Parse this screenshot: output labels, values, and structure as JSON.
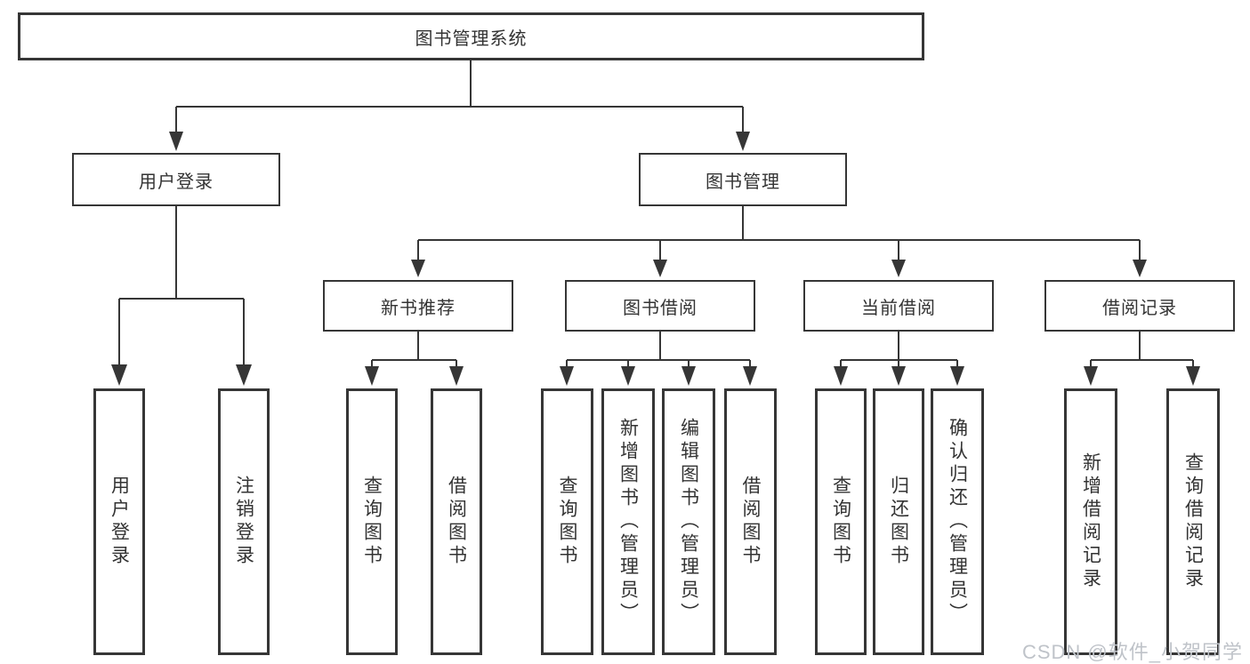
{
  "tree": {
    "root": {
      "label": "图书管理系统"
    },
    "branches": [
      {
        "label": "用户登录",
        "leaves": [
          "用户登录",
          "注销登录"
        ]
      },
      {
        "label": "图书管理",
        "groups": [
          {
            "label": "新书推荐",
            "leaves": [
              "查询图书",
              "借阅图书"
            ]
          },
          {
            "label": "图书借阅",
            "leaves": [
              "查询图书",
              "新增图书（管理员）",
              "编辑图书（管理员）",
              "借阅图书"
            ]
          },
          {
            "label": "当前借阅",
            "leaves": [
              "查询图书",
              "归还图书",
              "确认归还（管理员）"
            ]
          },
          {
            "label": "借阅记录",
            "leaves": [
              "新增借阅记录",
              "查询借阅记录"
            ]
          }
        ]
      }
    ]
  },
  "watermark": {
    "text": "CSDN @软件_小贺同学"
  },
  "colors": {
    "line": "#363636",
    "text": "#333333",
    "box_background": "#ffffff",
    "watermark": "#bfc3c9",
    "background": "#ffffff"
  }
}
